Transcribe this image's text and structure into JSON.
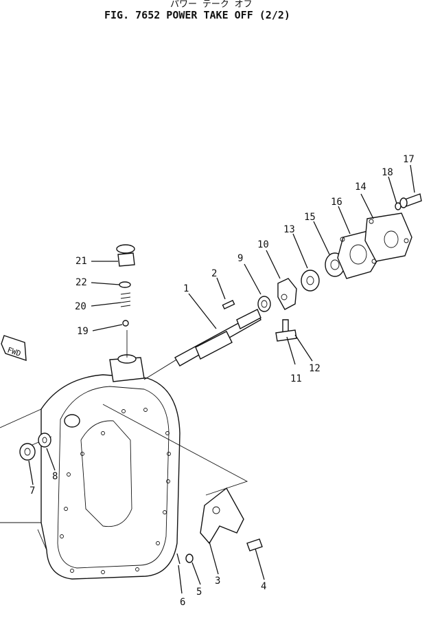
{
  "header": {
    "subtitle_jp": "パワー テーク オフ",
    "title": "FIG. 7652  POWER TAKE OFF (2/2)"
  },
  "badge": {
    "fwd": "FWD"
  },
  "callouts": [
    "1",
    "2",
    "3",
    "4",
    "5",
    "6",
    "7",
    "8",
    "9",
    "10",
    "11",
    "12",
    "13",
    "14",
    "15",
    "16",
    "17",
    "18",
    "19",
    "20",
    "21",
    "22"
  ]
}
